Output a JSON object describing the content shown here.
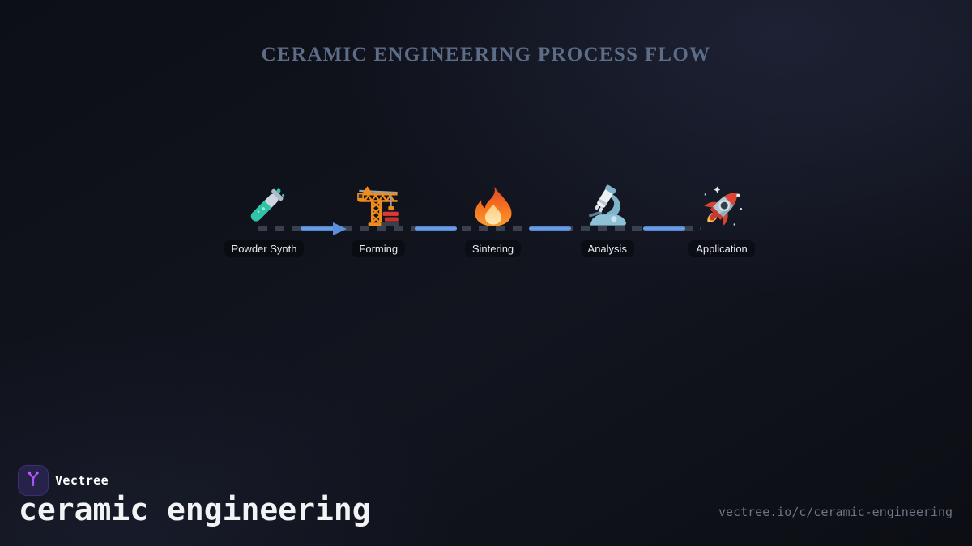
{
  "header": {
    "title": "CERAMIC ENGINEERING PROCESS FLOW"
  },
  "flow": {
    "steps": [
      {
        "label": "Powder Synth",
        "icon": "test-tube-icon",
        "emoji": "🧪"
      },
      {
        "label": "Forming",
        "icon": "construction-crane-icon",
        "emoji": "🏗️"
      },
      {
        "label": "Sintering",
        "icon": "fire-icon",
        "emoji": "🔥"
      },
      {
        "label": "Analysis",
        "icon": "microscope-icon",
        "emoji": "🔬"
      },
      {
        "label": "Application",
        "icon": "rocket-icon",
        "emoji": "🚀"
      }
    ],
    "connector_style": "dashed line with solid blue segments, arrow pointing right on first segment"
  },
  "footer": {
    "brand_name": "Vectree",
    "collection_title": "ceramic engineering",
    "url": "vectree.io/c/ceramic-engineering"
  },
  "colors": {
    "title_text": "#5d6c87",
    "step_label": "#e8eaee",
    "connector_blue": "#5b8fdd",
    "dash_gray": "#39414f",
    "logo_bg": "#27224a",
    "brand_accent": "#a855f7",
    "footer_title": "#f2f3f5",
    "url_text": "#6e7584",
    "background": "#10121b"
  }
}
